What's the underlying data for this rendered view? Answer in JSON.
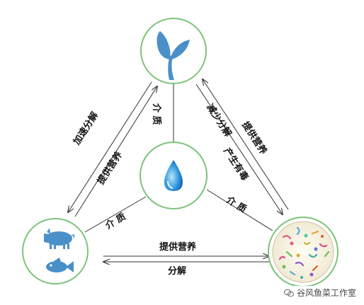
{
  "labels": {
    "plant_to_animal_1": "加速分解",
    "plant_to_animal_2": "提供营养",
    "plant_to_water": "介 质",
    "plant_to_microbe_1": "减少分解",
    "plant_to_microbe_2": "产生有毒",
    "plant_to_microbe_3": "提供营养",
    "animal_to_water": "介 质",
    "microbe_to_water": "介 质",
    "animal_to_microbe": "提供营养",
    "microbe_to_animal": "分解"
  },
  "nodes": {
    "plant": {
      "icon": "sprout-icon"
    },
    "water": {
      "icon": "water-drop-icon"
    },
    "animal": {
      "icons": [
        "pig-icon",
        "fish-icon"
      ]
    },
    "microbe": {
      "icon": "microbe-culture-icon"
    }
  },
  "watermark": {
    "text": "谷风鱼菜工作室"
  },
  "colors": {
    "circle_stroke": "#7cc47a",
    "icon_blue": "#4a90c8",
    "line": "#333333"
  }
}
